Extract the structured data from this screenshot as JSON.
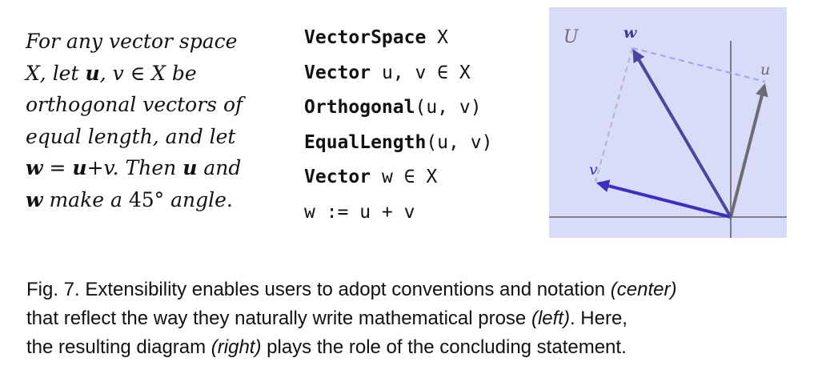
{
  "prose": {
    "l1": "For any vector space",
    "l2a": "X, let ",
    "l2b": "u",
    "l2c": ", v  ∈  X  be",
    "l3": "orthogonal vectors of",
    "l4": "equal length, and let",
    "l5a": "w",
    "l5b": " = ",
    "l5c": "u",
    "l5d": "+v. Then ",
    "l5e": "u",
    "l5f": " and",
    "l6a": "w",
    "l6b": " make a ",
    "l6c": "45°",
    "l6d": " angle."
  },
  "code": {
    "l1_kw": "VectorSpace",
    "l1_rest": " X",
    "l2_kw": "Vector",
    "l2_rest": " u, v ∈ X",
    "l3_kw": "Orthogonal",
    "l3_rest": "(u, v)",
    "l4_kw": "EqualLength",
    "l4_rest": "(u, v)",
    "l5_kw": "Vector",
    "l5_rest": " w ∈ X",
    "l6": "w := u + v"
  },
  "diagram": {
    "space_label": "U",
    "w_label": "w",
    "u_label": "u",
    "v_label": "v",
    "colors": {
      "background": "#d9dcf8",
      "axis": "#5f6169",
      "u_vector": "#6b6d72",
      "v_vector": "#3a2fc0",
      "w_vector": "#4b47a0",
      "dashed_u": "#a7a6e8",
      "dashed_v": "#b7b7c2"
    }
  },
  "caption": {
    "l1a": "Fig. 7.  Extensibility enables users to adopt conventions and notation ",
    "l1b": "(center)",
    "l2a": "that reflect the way they naturally write mathematical prose ",
    "l2b": "(left)",
    "l2c": ". Here,",
    "l3a": "the resulting diagram ",
    "l3b": "(right)",
    "l3c": " plays the role of the concluding statement."
  }
}
